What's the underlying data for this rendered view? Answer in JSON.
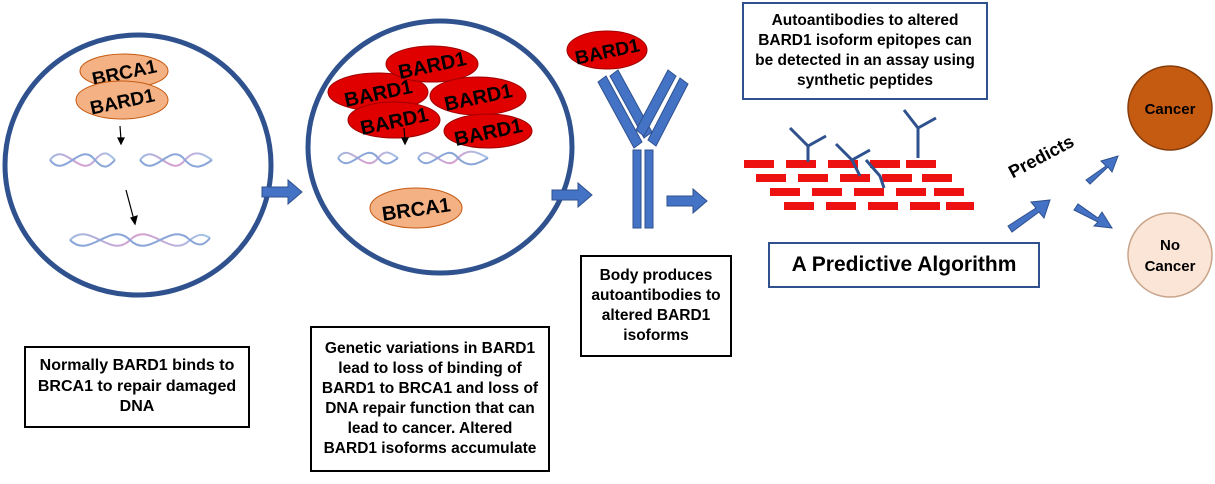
{
  "labels": {
    "brca1": "BRCA1",
    "bard1": "BARD1"
  },
  "boxes": {
    "normal": "Normally BARD1 binds to BRCA1 to repair damaged DNA",
    "genetic": "Genetic variations in BARD1 lead to loss of binding of BARD1 to BRCA1 and loss of DNA repair function that can lead to cancer. Altered BARD1 isoforms accumulate",
    "body": "Body produces autoantibodies to altered BARD1 isoforms",
    "autoantibodies": "Autoantibodies to altered BARD1 isoform epitopes can be detected in an assay using synthetic peptides",
    "algorithm": "A Predictive Algorithm"
  },
  "predicts": "Predicts",
  "outcomes": {
    "cancer": "Cancer",
    "no": "No",
    "cancer2": "Cancer"
  },
  "colors": {
    "circle_border": "#2f528f",
    "arrow": "#4472c4",
    "bard1_red": "#e00000",
    "brca1_peach": "#f4b183",
    "cancer": "#c55a11",
    "no_cancer": "#fbe5d6",
    "peptide_red": "#ee1111",
    "antibody": "#4472c4"
  }
}
